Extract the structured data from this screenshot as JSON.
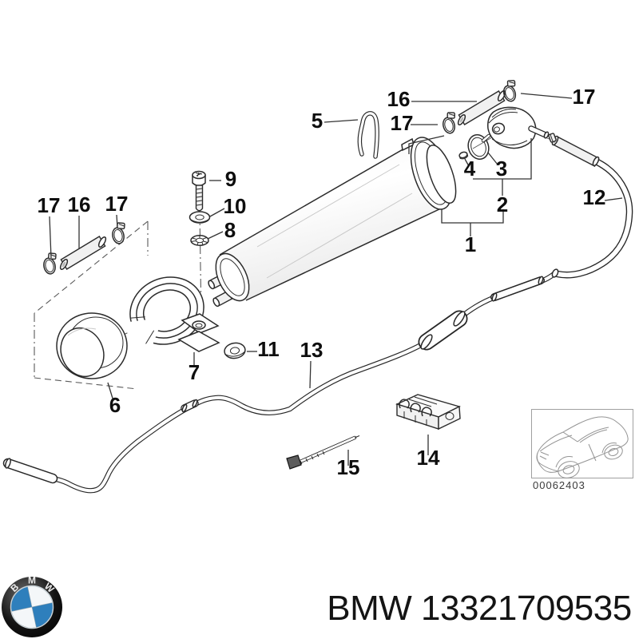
{
  "diagram": {
    "image_number": "00062403",
    "callouts": [
      "16",
      "17",
      "5",
      "17",
      "9",
      "10",
      "8",
      "4",
      "3",
      "2",
      "12",
      "1",
      "17",
      "16",
      "17",
      "11",
      "13",
      "7",
      "6",
      "15",
      "14"
    ]
  },
  "footer": {
    "part_text": "BMW 13321709535",
    "logo": {
      "letters": [
        "B",
        "M",
        "W"
      ],
      "blue": "#2e7fbc"
    }
  },
  "colors": {
    "line": "#2b2b2b",
    "label": "#0e0e0e",
    "thumbnail_border": "#a0a0a0",
    "car_line": "#949494",
    "logo_blue": "#2e7fbc"
  }
}
